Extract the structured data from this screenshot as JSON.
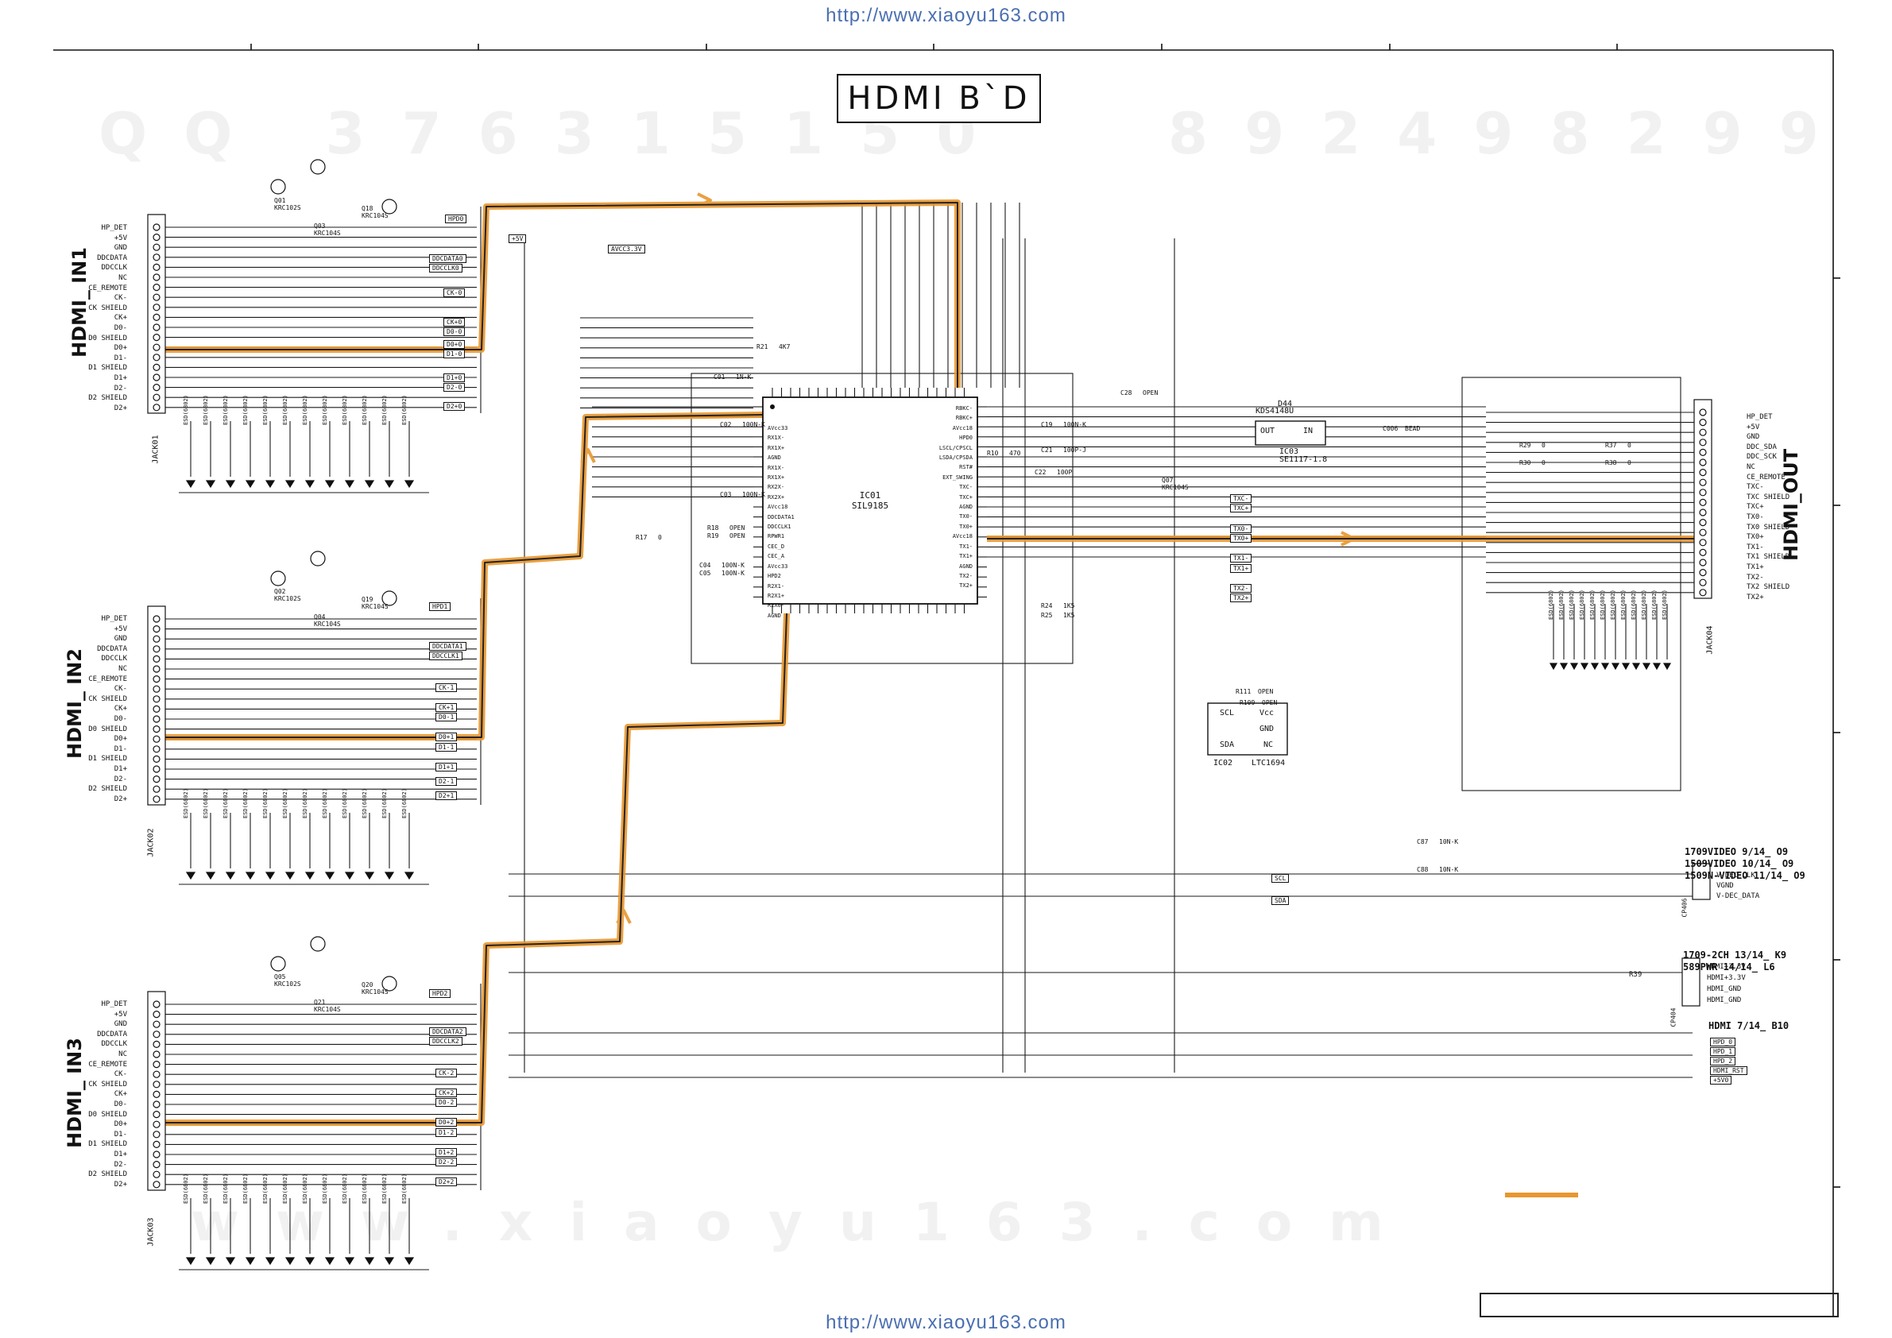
{
  "header": {
    "url_top": "http://www.xiaoyu163.com",
    "url_bottom": "http://www.xiaoyu163.com"
  },
  "watermarks": {
    "top_left": "QQ 376315150",
    "top_right": "892498299",
    "bottom": "www.xiaoyu163.com"
  },
  "title": "HDMI B`D",
  "connectors": {
    "in1": {
      "name": "HDMI_ IN1",
      "ref": "JACK01"
    },
    "in2": {
      "name": "HDMI_ IN2",
      "ref": "JACK02"
    },
    "in3": {
      "name": "HDMI_ IN3",
      "ref": "JACK03"
    },
    "out": {
      "name": "HDMI_OUT",
      "ref": "JACK04"
    }
  },
  "input_pins": [
    "HP_DET",
    "+5V",
    "GND",
    "DDCDATA",
    "DDCCLK",
    "NC",
    "CE_REMOTE",
    "CK-",
    "CK SHIELD",
    "CK+",
    "D0-",
    "D0 SHIELD",
    "D0+",
    "D1-",
    "D1 SHIELD",
    "D1+",
    "D2-",
    "D2 SHIELD",
    "D2+"
  ],
  "output_pins": [
    "HP_DET",
    "+5V",
    "GND",
    "DDC_SDA",
    "DDC_SCK",
    "NC",
    "CE_REMOTE",
    "TXC-",
    "TXC SHIELD",
    "TXC+",
    "TX0-",
    "TX0 SHIELD",
    "TX0+",
    "TX1-",
    "TX1 SHIELD",
    "TX1+",
    "TX2-",
    "TX2 SHIELD",
    "TX2+"
  ],
  "main_ic": {
    "ref": "IC01",
    "part": "SIL9185"
  },
  "eeprom": {
    "ref": "IC02",
    "part": "LTC1694",
    "pins": [
      "SCL",
      "SDA",
      "Vcc",
      "GND",
      "NC"
    ]
  },
  "regulator": {
    "ref": "IC03",
    "part": "SE1117-1.8",
    "pins": [
      "OUT",
      "IN"
    ]
  },
  "diode": {
    "ref": "D44",
    "part": "KDS4148U"
  },
  "transistors": [
    {
      "ref": "Q01",
      "part": "KRC102S"
    },
    {
      "ref": "Q03",
      "part": "KRC104S"
    },
    {
      "ref": "Q18",
      "part": "KRC104S"
    },
    {
      "ref": "Q02",
      "part": "KRC102S"
    },
    {
      "ref": "Q04",
      "part": "KRC104S"
    },
    {
      "ref": "Q19",
      "part": "KRC104S"
    },
    {
      "ref": "Q05",
      "part": "KRC102S"
    },
    {
      "ref": "Q21",
      "part": "KRC104S"
    },
    {
      "ref": "Q20",
      "part": "KRC104S"
    },
    {
      "ref": "Q07",
      "part": "KRC104S"
    }
  ],
  "nets": {
    "in1": [
      "HPD0",
      "DDCDATA0",
      "DDCCLK0",
      "CK-0",
      "CK+0",
      "D0-0",
      "D0+0",
      "D1-0",
      "D1+0",
      "D2-0",
      "D2+0"
    ],
    "in2": [
      "HPD1",
      "DDCDATA1",
      "DDCCLK1",
      "CK-1",
      "CK+1",
      "D0-1",
      "D0+1",
      "D1-1",
      "D1+1",
      "D2-1",
      "D2+1"
    ],
    "in3": [
      "HPD2",
      "DDCDATA2",
      "DDCCLK2",
      "CK-2",
      "CK+2",
      "D0-2",
      "D0+2",
      "D1-2",
      "D1+2",
      "D2-2",
      "D2+2"
    ],
    "out": [
      "TXC-",
      "TXC+",
      "TX0-",
      "TX0+",
      "TX1-",
      "TX1+",
      "TX2-",
      "TX2+"
    ],
    "power": [
      "+5V",
      "AVCC3.3V",
      "SCL",
      "SDA"
    ]
  },
  "esd_label": "ESD(6802)",
  "passives": [
    {
      "ref": "R21",
      "value": "4K7"
    },
    {
      "ref": "C01",
      "value": "1N-K"
    },
    {
      "ref": "C02",
      "value": "100N-K"
    },
    {
      "ref": "C03",
      "value": "100N-K"
    },
    {
      "ref": "C04",
      "value": "100N-K"
    },
    {
      "ref": "C05",
      "value": "100N-K"
    },
    {
      "ref": "C19",
      "value": "100N-K"
    },
    {
      "ref": "C21",
      "value": "100P-J"
    },
    {
      "ref": "C22",
      "value": "100P"
    },
    {
      "ref": "R10",
      "value": "470"
    },
    {
      "ref": "C006",
      "value": "BEAD"
    },
    {
      "ref": "C87",
      "value": "10N-K"
    },
    {
      "ref": "C88",
      "value": "10N-K"
    },
    {
      "ref": "C28",
      "value": "OPEN"
    },
    {
      "ref": "R111",
      "value": "OPEN"
    },
    {
      "ref": "R109",
      "value": "OPEN"
    },
    {
      "ref": "R17",
      "value": "0"
    },
    {
      "ref": "R18",
      "value": "OPEN"
    },
    {
      "ref": "R19",
      "value": "OPEN"
    },
    {
      "ref": "R29",
      "value": "0"
    },
    {
      "ref": "R30",
      "value": "0"
    },
    {
      "ref": "R37",
      "value": "0"
    },
    {
      "ref": "R38",
      "value": "0"
    },
    {
      "ref": "R24",
      "value": "1K5"
    },
    {
      "ref": "R25",
      "value": "1K5"
    }
  ],
  "ic_labels": [
    "AVcc33",
    "RX1X-",
    "RX1X+",
    "AGND",
    "RX1X-",
    "RX1X+",
    "RX2X-",
    "RX2X+",
    "AVcc18",
    "DDCDATA1",
    "DDCCLK1",
    "RPWR1",
    "CEC_D",
    "CEC_A",
    "AVcc33",
    "HPD2",
    "R2X1-",
    "R2X1+",
    "R2X0-",
    "AGND",
    "RBKC-",
    "RBKC+",
    "AVcc18",
    "HPD0",
    "LSCL/CPSCL",
    "LSDA/CPSDA",
    "RST#",
    "EXT_SWING",
    "TXC-",
    "TXC+",
    "AGND",
    "TX0-",
    "TX0+",
    "AVcc18",
    "TX1-",
    "TX1+",
    "AGND",
    "TX2-",
    "TX2+"
  ],
  "sheet_notes": {
    "video": [
      "1709VIDEO 9/14_ O9",
      "1509VIDEO 10/14_ O9",
      "1509N-VIDEO 11/14_ O9"
    ],
    "video_conn": {
      "ref": "CP406",
      "pins": [
        "V-DEC_CLK",
        "VGND",
        "V-DEC_DATA"
      ]
    },
    "power": [
      "1709-2CH 13/14_ K9",
      "589PWR 14/14_ L6"
    ],
    "power_conn": {
      "ref": "CP404",
      "pins": [
        "HDMI+3.3V",
        "HDMI+3.3V",
        "HDMI_GND",
        "HDMI_GND"
      ]
    },
    "hdmi": "HDMI 7/14_ B10",
    "hdmi_conn": {
      "pins": [
        "HPD_0",
        "HPD_1",
        "HPD_2",
        "HDMI_RST",
        "+5V0"
      ]
    },
    "r39": "R39"
  },
  "colors": {
    "highlight": "#e8962e",
    "wire": "#1a1a1a",
    "link": "#4a6fb0"
  }
}
